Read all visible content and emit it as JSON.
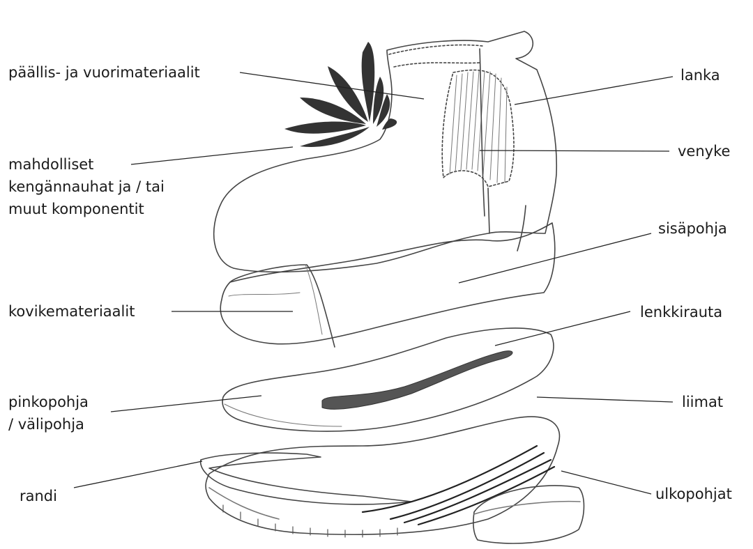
{
  "diagram": {
    "labels_left": {
      "upper_materials": "päällis- ja vuorimateriaalit",
      "laces_line1": "mahdolliset",
      "laces_line2": "kengännauhat ja / tai",
      "laces_line3": "muut komponentit",
      "counter": "kovikemateriaalit",
      "insole_line1": "pinkopohja",
      "insole_line2": "/ välipohja",
      "welt": "randi"
    },
    "labels_right": {
      "thread": "lanka",
      "elastic": "venyke",
      "sock": "sisäpohja",
      "shank": "lenkkirauta",
      "glues": "liimat",
      "outsoles": "ulkopohjat"
    }
  }
}
